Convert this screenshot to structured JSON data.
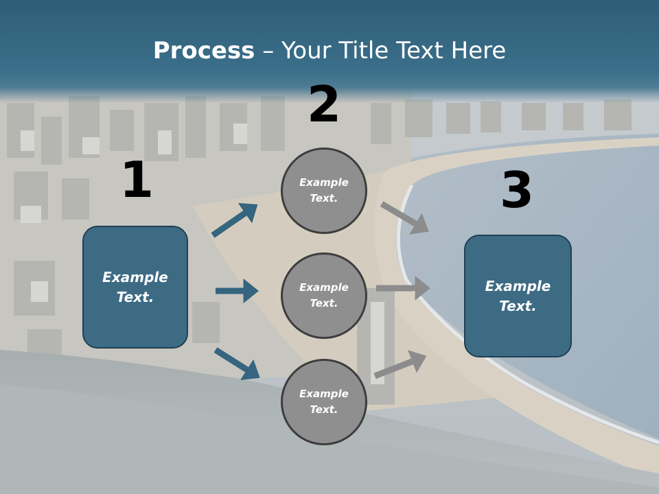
{
  "title": {
    "bold": "Process",
    "rest": " – Your Title Text Here"
  },
  "steps": [
    {
      "number": "1",
      "box_text": "Example\nText."
    },
    {
      "number": "2"
    },
    {
      "number": "3",
      "box_text": "Example\nText."
    }
  ],
  "circles": [
    {
      "text": "Example\nText."
    },
    {
      "text": "Example\nText."
    },
    {
      "text": "Example\nText."
    }
  ],
  "colors": {
    "header": "#3b6f8a",
    "box_fill": "#3e6b84",
    "box_border": "#1f3f52",
    "circle_fill": "#8f8f8f",
    "circle_border": "#3d3d3d",
    "arrow_in": "#35657f",
    "arrow_out": "#8c8c8c"
  }
}
